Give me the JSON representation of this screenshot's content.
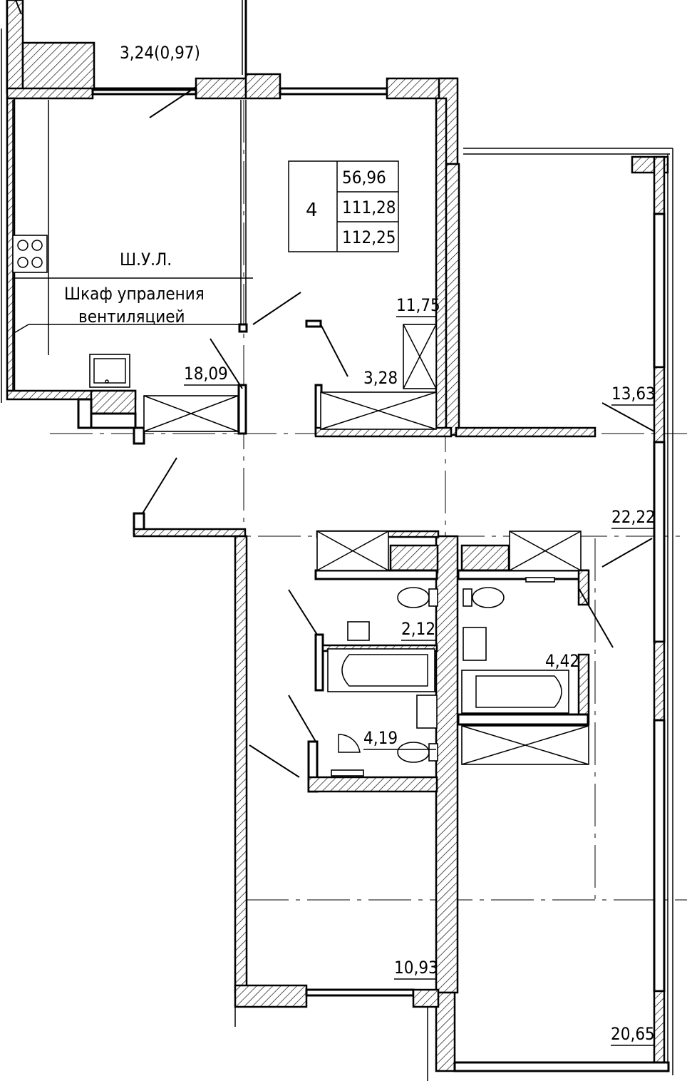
{
  "summary": {
    "rooms": "4",
    "living_area": "56,96",
    "total_area": "111,28",
    "total_with_balcony": "112,25"
  },
  "rooms": {
    "balcony_top": "3,24(0,97)",
    "kitchen": "18,09",
    "room_top": "11,75",
    "closet": "3,28",
    "room_right_top": "13,63",
    "hall": "22,22",
    "bath_a": "2,12",
    "bath_b": "4,19",
    "bath_c": "4,42",
    "room_bottom": "10,93",
    "room_right_bottom": "20,65"
  },
  "notes": {
    "shul": "Ш.У.Л.",
    "shul_line1": "Шкаф упраления",
    "shul_line2": "вентиляцией"
  }
}
